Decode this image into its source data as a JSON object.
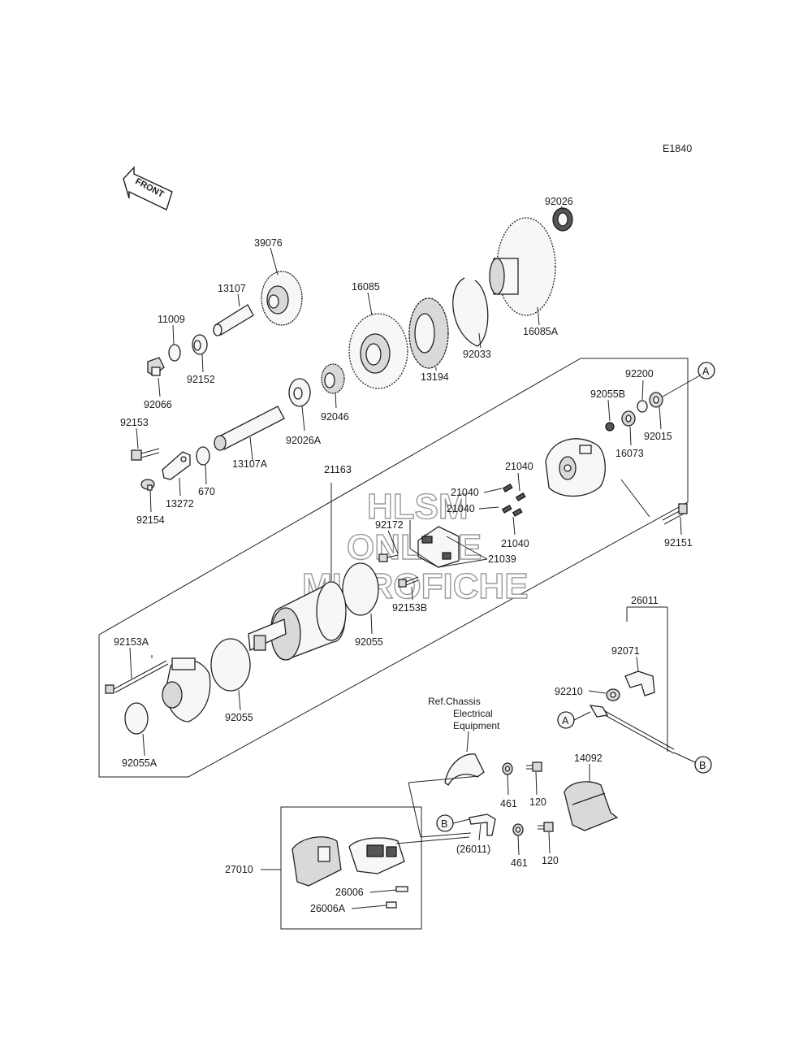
{
  "diagram_code": "E1840",
  "front_label": "FRONT",
  "watermark": [
    "HLSM",
    "ONLINE",
    "MICROFICHE"
  ],
  "ref_note": [
    "Ref.Chassis",
    "Electrical",
    "Equipment"
  ],
  "callout_a": "A",
  "callout_b": "B",
  "parts": {
    "p92026": "92026",
    "p39076": "39076",
    "p13107": "13107",
    "p16085": "16085",
    "p11009": "11009",
    "p16085A": "16085A",
    "p92033": "92033",
    "p92152": "92152",
    "p13194": "13194",
    "p92066": "92066",
    "p92046": "92046",
    "p92200": "92200",
    "p92055B": "92055B",
    "p92153": "92153",
    "p92026A": "92026A",
    "p92015": "92015",
    "p16073": "16073",
    "p13107A": "13107A",
    "p670": "670",
    "p21163": "21163",
    "p21040a": "21040",
    "p21040b": "21040",
    "p21040c": "21040",
    "p21040d": "21040",
    "p13272": "13272",
    "p92154": "92154",
    "p92172": "92172",
    "p92151": "92151",
    "p21039": "21039",
    "p92153B": "92153B",
    "p26011": "26011",
    "p92055a": "92055",
    "p92153A": "92153A",
    "p92071": "92071",
    "p92210": "92210",
    "p92055b": "92055",
    "p92055A": "92055A",
    "p14092": "14092",
    "p461a": "461",
    "p120a": "120",
    "p26011p": "(26011)",
    "p461b": "461",
    "p120b": "120",
    "p27010": "27010",
    "p26006": "26006",
    "p26006A": "26006A"
  }
}
